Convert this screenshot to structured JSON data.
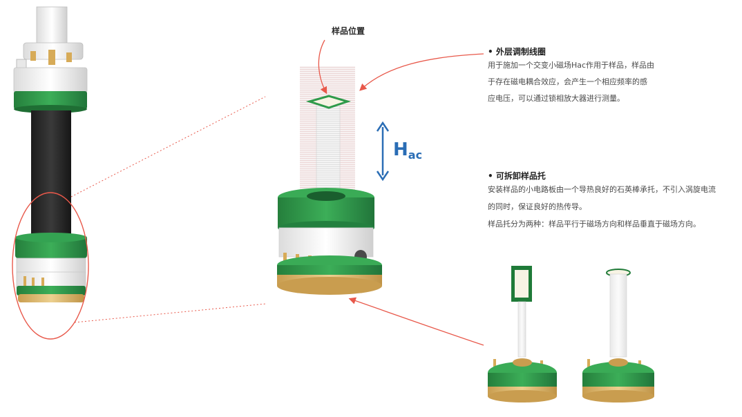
{
  "sample_position_label": "样品位置",
  "field_label": {
    "main": "H",
    "sub": "ac"
  },
  "coil_section": {
    "heading": "外层调制线圈",
    "lines": [
      "用于施加一个交变小磁场Hac作用于样品，样品由",
      "于存在磁电耦合效应，会产生一个相应频率的感",
      "应电压，可以通过锁相放大器进行测量。"
    ]
  },
  "holder_section": {
    "heading": "可拆卸样品托",
    "lines": [
      "安装样品的小电路板由一个导热良好的石英棒承托，不引入涡旋电流",
      "的同时，保证良好的热传导。",
      "样品托分为两种：样品平行于磁场方向和样品垂直于磁场方向。"
    ]
  },
  "colors": {
    "green": "#2e9a4a",
    "dark_green": "#1f7a38",
    "gold": "#d8b46a",
    "callout_red": "#e8584a",
    "field_blue": "#2a6db5"
  }
}
